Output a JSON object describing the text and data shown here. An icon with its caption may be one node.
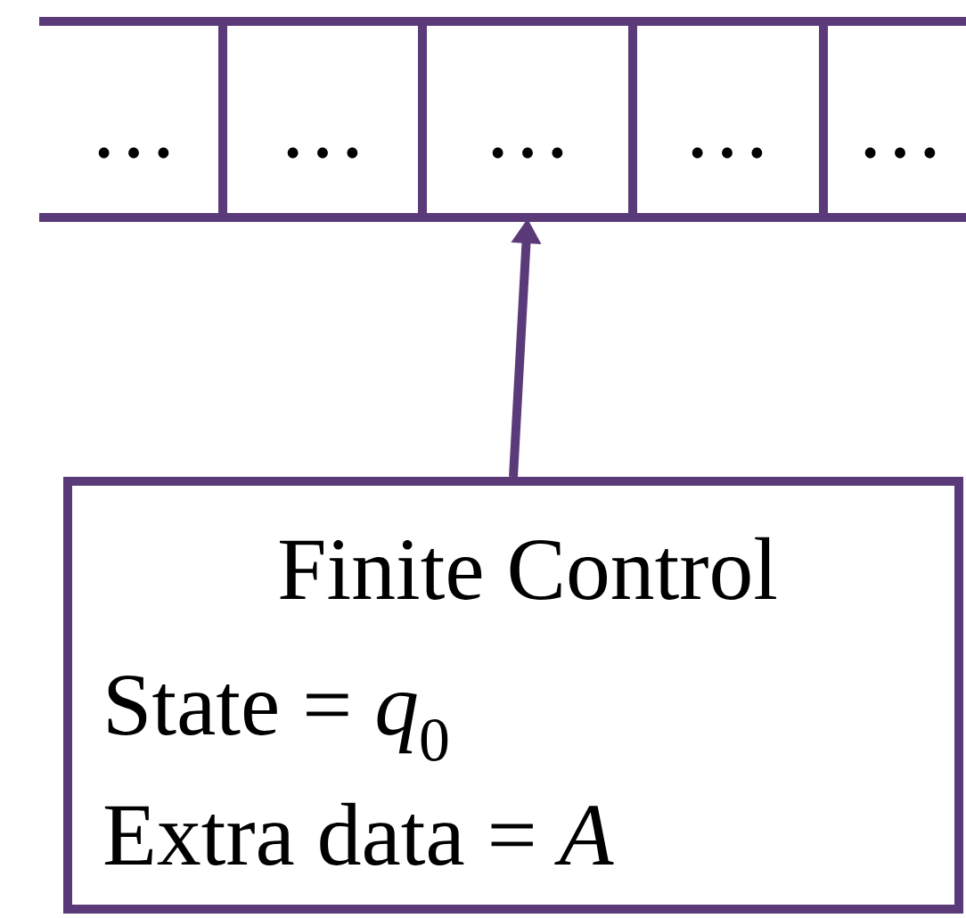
{
  "diagram": {
    "nodes": [
      {
        "text": [
          "…"
        ]
      },
      {
        "text": [
          "…"
        ]
      },
      {
        "text": [
          "…"
        ]
      },
      {
        "text": [
          "…"
        ]
      },
      {
        "text": [
          "…"
        ]
      },
      {
        "text": [
          "Finite Control",
          "State = *q*$_{0}$",
          "Extra data = *A*"
        ]
      }
    ],
    "edges": [
      {
        "from": 5,
        "to": 2,
        "arrow": "to"
      }
    ]
  }
}
